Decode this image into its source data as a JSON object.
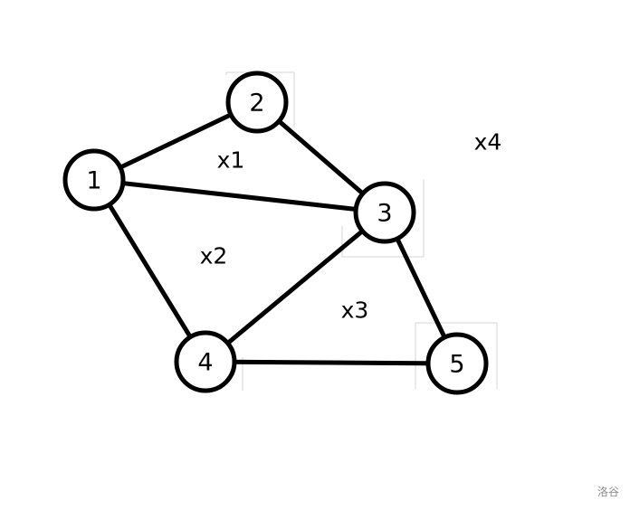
{
  "nodes": [
    {
      "id": "1",
      "label": "1"
    },
    {
      "id": "2",
      "label": "2"
    },
    {
      "id": "3",
      "label": "3"
    },
    {
      "id": "4",
      "label": "4"
    },
    {
      "id": "5",
      "label": "5"
    }
  ],
  "edges": [
    {
      "from": "1",
      "to": "2"
    },
    {
      "from": "1",
      "to": "3"
    },
    {
      "from": "1",
      "to": "4"
    },
    {
      "from": "2",
      "to": "3"
    },
    {
      "from": "3",
      "to": "4"
    },
    {
      "from": "3",
      "to": "5"
    },
    {
      "from": "4",
      "to": "5"
    }
  ],
  "regions": [
    {
      "id": "x1",
      "label": "x1"
    },
    {
      "id": "x2",
      "label": "x2"
    },
    {
      "id": "x3",
      "label": "x3"
    },
    {
      "id": "x4",
      "label": "x4"
    }
  ],
  "watermark": "洛谷"
}
